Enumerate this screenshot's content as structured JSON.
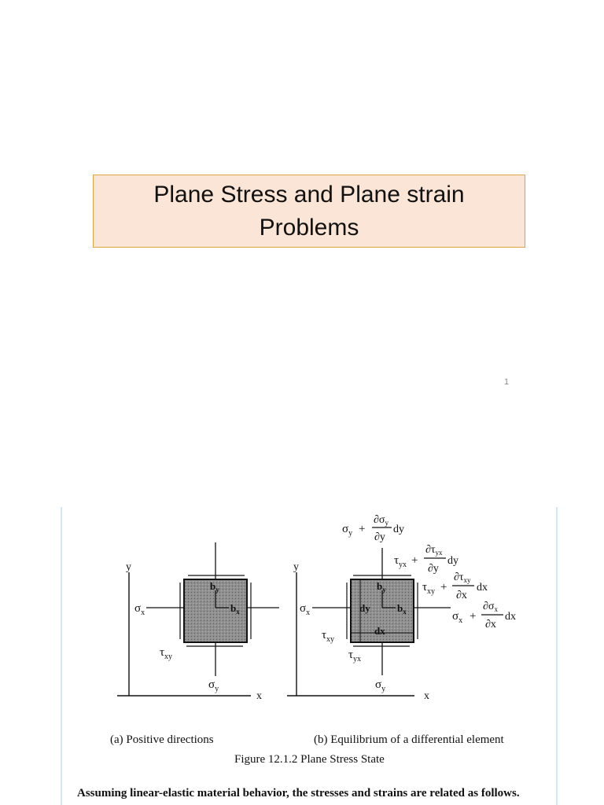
{
  "title": {
    "line1": "Plane Stress and Plane strain",
    "line2": "Problems"
  },
  "slide_number": "1",
  "figure": {
    "panel_a": {
      "axis_x": "x",
      "axis_y": "y",
      "sigma_x": "σ",
      "sigma_x_sub": "x",
      "sigma_y": "σ",
      "sigma_y_sub": "y",
      "tau": "τ",
      "tau_sub": "xy",
      "b": "b",
      "bx_sub": "x",
      "by_sub": "y",
      "caption": "(a) Positive directions"
    },
    "panel_b": {
      "axis_x": "x",
      "axis_y": "y",
      "sigma_x": "σ",
      "sigma_x_sub": "x",
      "sigma_y": "σ",
      "sigma_y_sub": "y",
      "tau_xy": "τ",
      "tau_xy_sub": "xy",
      "tau_yx": "τ",
      "tau_yx_sub": "yx",
      "dy": "dy",
      "dx": "dx",
      "b": "b",
      "bx_sub": "x",
      "by_sub": "y",
      "top_expr": {
        "lhs": "σ",
        "lhs_sub": "y",
        "plus": "+",
        "num": "∂σ",
        "num_sub": "y",
        "den": "∂y",
        "tail": "dy"
      },
      "tyx_expr": {
        "lhs": "τ",
        "lhs_sub": "yx",
        "plus": "+",
        "num": "∂τ",
        "num_sub": "yx",
        "den": "∂y",
        "tail": "dy"
      },
      "txy_expr": {
        "lhs": "τ",
        "lhs_sub": "xy",
        "plus": "+",
        "num": "∂τ",
        "num_sub": "xy",
        "den": "∂x",
        "tail": "dx"
      },
      "sx_expr": {
        "lhs": "σ",
        "lhs_sub": "x",
        "plus": "+",
        "num": "∂σ",
        "num_sub": "x",
        "den": "∂x",
        "tail": "dx"
      },
      "caption": "(b) Equilibrium of a differential element"
    },
    "figure_caption": "Figure 12.1.2 Plane Stress State",
    "body_text": "Assuming linear-elastic material behavior, the stresses and strains are related as follows."
  }
}
